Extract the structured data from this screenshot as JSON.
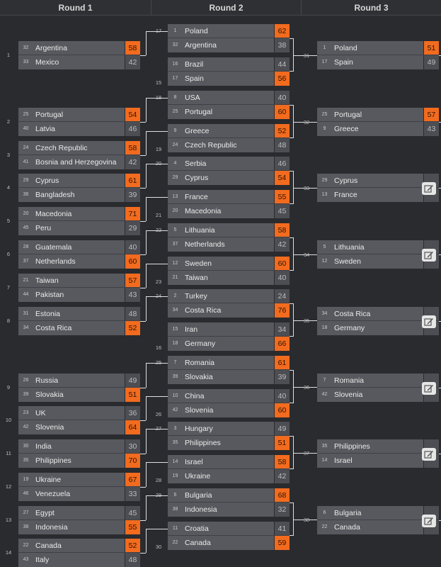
{
  "header": {
    "rounds": [
      "Round 1",
      "Round 2",
      "Round 3"
    ]
  },
  "round1": [
    {
      "num": "1",
      "t": [
        {
          "seed": "32",
          "name": "Argentina",
          "score": "58",
          "win": true
        },
        {
          "seed": "33",
          "name": "Mexico",
          "score": "42",
          "win": false
        }
      ]
    },
    {
      "num": "2",
      "t": [
        {
          "seed": "25",
          "name": "Portugal",
          "score": "54",
          "win": true
        },
        {
          "seed": "40",
          "name": "Latvia",
          "score": "46",
          "win": false
        }
      ]
    },
    {
      "num": "3",
      "t": [
        {
          "seed": "24",
          "name": "Czech Republic",
          "score": "58",
          "win": true
        },
        {
          "seed": "41",
          "name": "Bosnia and Herzegovina",
          "score": "42",
          "win": false
        }
      ]
    },
    {
      "num": "4",
      "t": [
        {
          "seed": "29",
          "name": "Cyprus",
          "score": "61",
          "win": true
        },
        {
          "seed": "36",
          "name": "Bangladesh",
          "score": "39",
          "win": false
        }
      ]
    },
    {
      "num": "5",
      "t": [
        {
          "seed": "20",
          "name": "Macedonia",
          "score": "71",
          "win": true
        },
        {
          "seed": "45",
          "name": "Peru",
          "score": "29",
          "win": false
        }
      ]
    },
    {
      "num": "6",
      "t": [
        {
          "seed": "28",
          "name": "Guatemala",
          "score": "40",
          "win": false
        },
        {
          "seed": "37",
          "name": "Netherlands",
          "score": "60",
          "win": true
        }
      ]
    },
    {
      "num": "7",
      "t": [
        {
          "seed": "21",
          "name": "Taiwan",
          "score": "57",
          "win": true
        },
        {
          "seed": "44",
          "name": "Pakistan",
          "score": "43",
          "win": false
        }
      ]
    },
    {
      "num": "8",
      "t": [
        {
          "seed": "31",
          "name": "Estonia",
          "score": "48",
          "win": false
        },
        {
          "seed": "34",
          "name": "Costa Rica",
          "score": "52",
          "win": true
        }
      ]
    },
    {
      "num": "9",
      "t": [
        {
          "seed": "26",
          "name": "Russia",
          "score": "49",
          "win": false
        },
        {
          "seed": "39",
          "name": "Slovakia",
          "score": "51",
          "win": true
        }
      ]
    },
    {
      "num": "10",
      "t": [
        {
          "seed": "23",
          "name": "UK",
          "score": "36",
          "win": false
        },
        {
          "seed": "42",
          "name": "Slovenia",
          "score": "64",
          "win": true
        }
      ]
    },
    {
      "num": "11",
      "t": [
        {
          "seed": "30",
          "name": "India",
          "score": "30",
          "win": false
        },
        {
          "seed": "35",
          "name": "Philippines",
          "score": "70",
          "win": true
        }
      ]
    },
    {
      "num": "12",
      "t": [
        {
          "seed": "19",
          "name": "Ukraine",
          "score": "67",
          "win": true
        },
        {
          "seed": "46",
          "name": "Venezuela",
          "score": "33",
          "win": false
        }
      ]
    },
    {
      "num": "13",
      "t": [
        {
          "seed": "27",
          "name": "Egypt",
          "score": "45",
          "win": false
        },
        {
          "seed": "38",
          "name": "Indonesia",
          "score": "55",
          "win": true
        }
      ]
    },
    {
      "num": "14",
      "t": [
        {
          "seed": "22",
          "name": "Canada",
          "score": "52",
          "win": true
        },
        {
          "seed": "43",
          "name": "Italy",
          "score": "48",
          "win": false
        }
      ]
    }
  ],
  "round2": [
    {
      "num": "17",
      "t": [
        {
          "seed": "1",
          "name": "Poland",
          "score": "62",
          "win": true
        },
        {
          "seed": "32",
          "name": "Argentina",
          "score": "38",
          "win": false
        }
      ]
    },
    {
      "num": "15",
      "t": [
        {
          "seed": "16",
          "name": "Brazil",
          "score": "44",
          "win": false
        },
        {
          "seed": "17",
          "name": "Spain",
          "score": "56",
          "win": true
        }
      ]
    },
    {
      "num": "18",
      "t": [
        {
          "seed": "8",
          "name": "USA",
          "score": "40",
          "win": false
        },
        {
          "seed": "25",
          "name": "Portugal",
          "score": "60",
          "win": true
        }
      ]
    },
    {
      "num": "19",
      "t": [
        {
          "seed": "9",
          "name": "Greece",
          "score": "52",
          "win": true
        },
        {
          "seed": "24",
          "name": "Czech Republic",
          "score": "48",
          "win": false
        }
      ]
    },
    {
      "num": "20",
      "t": [
        {
          "seed": "4",
          "name": "Serbia",
          "score": "46",
          "win": false
        },
        {
          "seed": "29",
          "name": "Cyprus",
          "score": "54",
          "win": true
        }
      ]
    },
    {
      "num": "21",
      "t": [
        {
          "seed": "13",
          "name": "France",
          "score": "55",
          "win": true
        },
        {
          "seed": "20",
          "name": "Macedonia",
          "score": "45",
          "win": false
        }
      ]
    },
    {
      "num": "22",
      "t": [
        {
          "seed": "5",
          "name": "Lithuania",
          "score": "58",
          "win": true
        },
        {
          "seed": "37",
          "name": "Netherlands",
          "score": "42",
          "win": false
        }
      ]
    },
    {
      "num": "23",
      "t": [
        {
          "seed": "12",
          "name": "Sweden",
          "score": "60",
          "win": true
        },
        {
          "seed": "21",
          "name": "Taiwan",
          "score": "40",
          "win": false
        }
      ]
    },
    {
      "num": "24",
      "t": [
        {
          "seed": "2",
          "name": "Turkey",
          "score": "24",
          "win": false
        },
        {
          "seed": "34",
          "name": "Costa Rica",
          "score": "76",
          "win": true
        }
      ]
    },
    {
      "num": "16",
      "t": [
        {
          "seed": "15",
          "name": "Iran",
          "score": "34",
          "win": false
        },
        {
          "seed": "18",
          "name": "Germany",
          "score": "66",
          "win": true
        }
      ]
    },
    {
      "num": "25",
      "t": [
        {
          "seed": "7",
          "name": "Romania",
          "score": "61",
          "win": true
        },
        {
          "seed": "39",
          "name": "Slovakia",
          "score": "39",
          "win": false
        }
      ]
    },
    {
      "num": "26",
      "t": [
        {
          "seed": "10",
          "name": "China",
          "score": "40",
          "win": false
        },
        {
          "seed": "42",
          "name": "Slovenia",
          "score": "60",
          "win": true
        }
      ]
    },
    {
      "num": "27",
      "t": [
        {
          "seed": "3",
          "name": "Hungary",
          "score": "49",
          "win": false
        },
        {
          "seed": "35",
          "name": "Philippines",
          "score": "51",
          "win": true
        }
      ]
    },
    {
      "num": "28",
      "t": [
        {
          "seed": "14",
          "name": "Israel",
          "score": "58",
          "win": true
        },
        {
          "seed": "19",
          "name": "Ukraine",
          "score": "42",
          "win": false
        }
      ]
    },
    {
      "num": "29",
      "t": [
        {
          "seed": "6",
          "name": "Bulgaria",
          "score": "68",
          "win": true
        },
        {
          "seed": "38",
          "name": "Indonesia",
          "score": "32",
          "win": false
        }
      ]
    },
    {
      "num": "30",
      "t": [
        {
          "seed": "11",
          "name": "Croatia",
          "score": "41",
          "win": false
        },
        {
          "seed": "22",
          "name": "Canada",
          "score": "59",
          "win": true
        }
      ]
    }
  ],
  "round3": [
    {
      "num": "31",
      "t": [
        {
          "seed": "1",
          "name": "Poland",
          "score": "51",
          "win": true
        },
        {
          "seed": "17",
          "name": "Spain",
          "score": "49",
          "win": false
        }
      ],
      "edit": false
    },
    {
      "num": "32",
      "t": [
        {
          "seed": "25",
          "name": "Portugal",
          "score": "57",
          "win": true
        },
        {
          "seed": "9",
          "name": "Greece",
          "score": "43",
          "win": false
        }
      ],
      "edit": false
    },
    {
      "num": "33",
      "t": [
        {
          "seed": "29",
          "name": "Cyprus",
          "score": "",
          "win": false
        },
        {
          "seed": "13",
          "name": "France",
          "score": "",
          "win": false
        }
      ],
      "edit": true
    },
    {
      "num": "34",
      "t": [
        {
          "seed": "5",
          "name": "Lithuania",
          "score": "",
          "win": false
        },
        {
          "seed": "12",
          "name": "Sweden",
          "score": "",
          "win": false
        }
      ],
      "edit": true
    },
    {
      "num": "35",
      "t": [
        {
          "seed": "34",
          "name": "Costa Rica",
          "score": "",
          "win": false
        },
        {
          "seed": "18",
          "name": "Germany",
          "score": "",
          "win": false
        }
      ],
      "edit": true
    },
    {
      "num": "36",
      "t": [
        {
          "seed": "7",
          "name": "Romania",
          "score": "",
          "win": false
        },
        {
          "seed": "42",
          "name": "Slovenia",
          "score": "",
          "win": false
        }
      ],
      "edit": true
    },
    {
      "num": "37",
      "t": [
        {
          "seed": "35",
          "name": "Philippines",
          "score": "",
          "win": false
        },
        {
          "seed": "14",
          "name": "Israel",
          "score": "",
          "win": false
        }
      ],
      "edit": true
    },
    {
      "num": "38",
      "t": [
        {
          "seed": "6",
          "name": "Bulgaria",
          "score": "",
          "win": false
        },
        {
          "seed": "22",
          "name": "Canada",
          "score": "",
          "win": false
        }
      ],
      "edit": true
    }
  ]
}
